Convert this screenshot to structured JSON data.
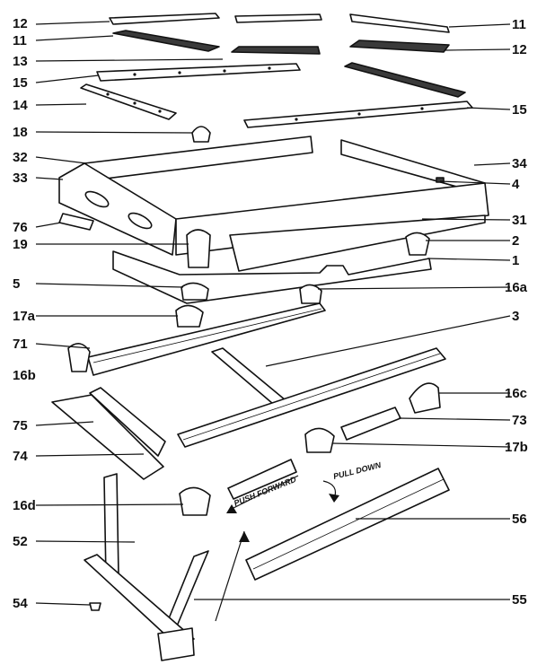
{
  "callouts": {
    "c12a": "12",
    "c11a": "11",
    "c13": "13",
    "c15a": "15",
    "c14": "14",
    "c18": "18",
    "c32": "32",
    "c33": "33",
    "c76": "76",
    "c19": "19",
    "c5": "5",
    "c17a": "17a",
    "c71": "71",
    "c16b": "16b",
    "c75": "75",
    "c74": "74",
    "c16d": "16d",
    "c52": "52",
    "c54": "54",
    "c11b": "11",
    "c12b": "12",
    "c15b": "15",
    "c34": "34",
    "c4": "4",
    "c31": "31",
    "c2": "2",
    "c1": "1",
    "c16a": "16a",
    "c3": "3",
    "c16c": "16c",
    "c73": "73",
    "c17b": "17b",
    "c56": "56",
    "c55": "55"
  },
  "annotations": {
    "push_forward": "PUSH FORWARD",
    "pull_down": "PULL DOWN"
  }
}
